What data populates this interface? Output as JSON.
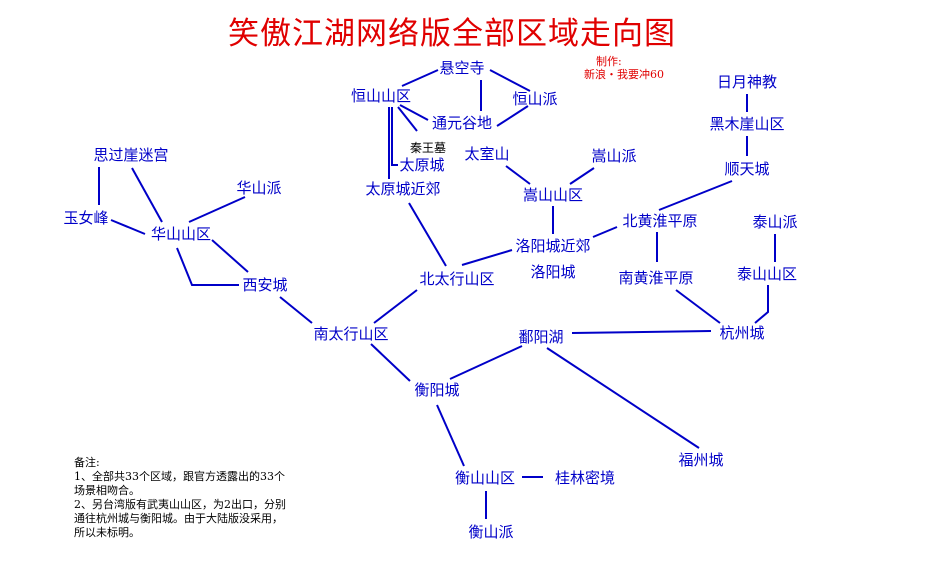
{
  "title": "笑傲江湖网络版全部区域走向图",
  "credit": {
    "line1": "制作:",
    "line2": "新浪・我要冲60"
  },
  "nodes": {
    "xuankongsi": "悬空寺",
    "hengshanshanqu_n": "恒山山区",
    "hengshanpai_n": "恒山派",
    "tongyuangudi": "通元谷地",
    "qinwangmu": "秦王墓",
    "taiyuancheng": "太原城",
    "taiyuanchengjinjiao": "太原城近郊",
    "taishishan": "太室山",
    "songshanpai": "嵩山派",
    "songshanshanqu": "嵩山山区",
    "riyueshenjiao": "日月神教",
    "heimuyashanqu": "黑木崖山区",
    "shuntiancheng": "顺天城",
    "siguoyamigong": "思过崖迷宫",
    "huashanpai": "华山派",
    "yunvfeng": "玉女峰",
    "huashanshanqu": "华山山区",
    "xiancheng": "西安城",
    "beihuangyuaiping": "北黄淮平原",
    "taishanpai": "泰山派",
    "luoyangchengjinjiao": "洛阳城近郊",
    "luoyangcheng": "洛阳城",
    "beitaixingshanqu": "北太行山区",
    "nanhuanghuaiping": "南黄淮平原",
    "taishanshanqu": "泰山山区",
    "nantaixingshanqu": "南太行山区",
    "poyanghu": "鄱阳湖",
    "hangzhoucheng": "杭州城",
    "hengyangcheng": "衡阳城",
    "fuzhoucheng": "福州城",
    "hengshanshanqu_s": "衡山山区",
    "guilinmijing": "桂林密境",
    "hengshanpai_s": "衡山派"
  },
  "notes": {
    "heading": "备注:",
    "l1": "1、全部共33个区域，跟官方透露出的33个",
    "l2": "场景相吻合。",
    "l3": "2、另台湾版有武夷山山区，为2出口，分别",
    "l4": "通往杭州城与衡阳城。由于大陆版没采用，",
    "l5": "所以未标明。"
  },
  "colors": {
    "title": "#e00000",
    "node_text": "#0000c8",
    "edge": "#0000c8",
    "note_text": "#000000"
  }
}
